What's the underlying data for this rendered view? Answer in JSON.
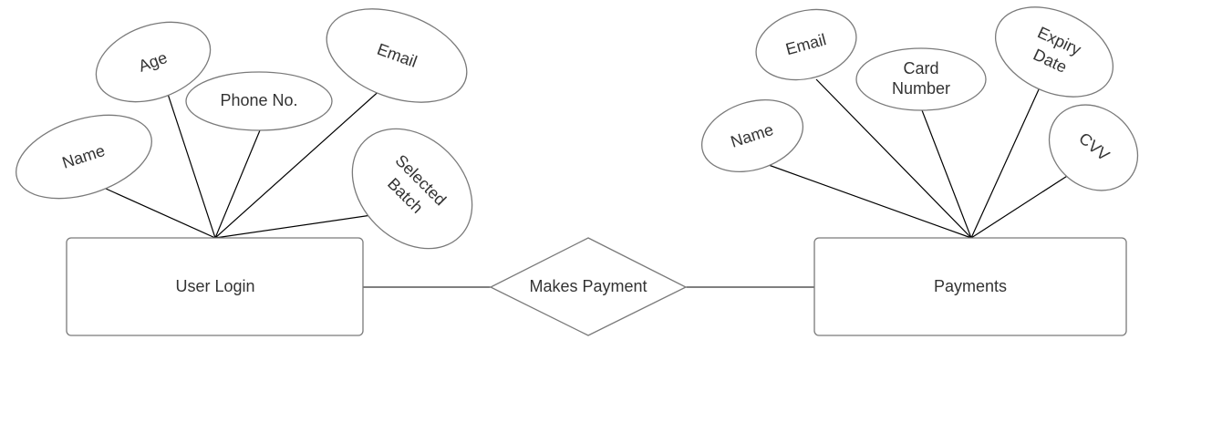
{
  "entities": {
    "user_login": "User Login",
    "payments": "Payments"
  },
  "relationship": {
    "label": "Makes Payment"
  },
  "user_login_attributes": {
    "name": "Name",
    "age": "Age",
    "phone": "Phone No.",
    "email": "Email",
    "selected_batch": [
      "Selected",
      "Batch"
    ]
  },
  "payments_attributes": {
    "name": "Name",
    "email": "Email",
    "card_number": [
      "Card",
      "Number"
    ],
    "expiry_date": [
      "Expiry",
      "Date"
    ],
    "cvv": "CVV"
  }
}
